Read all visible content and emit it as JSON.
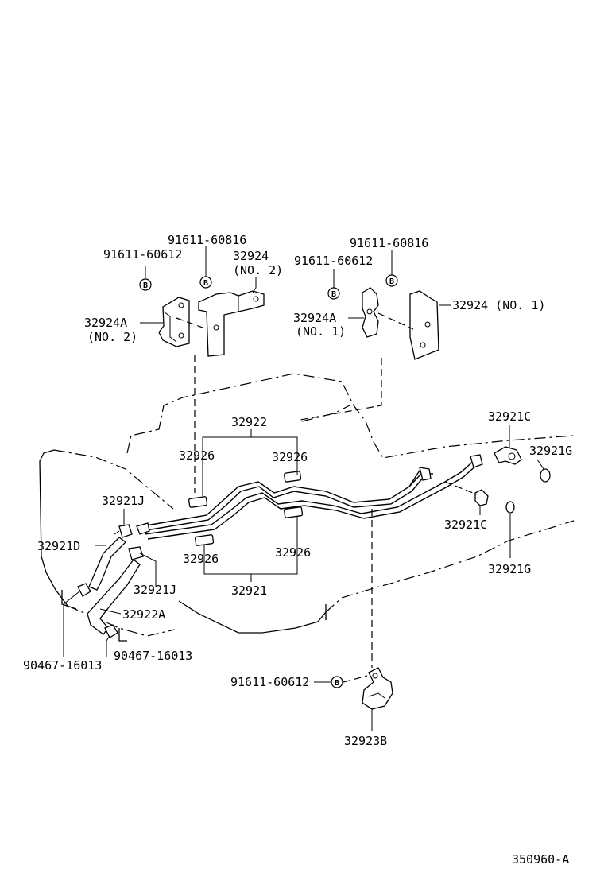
{
  "diagram": {
    "ref_code": "350960-A",
    "bolt_symbol": "B",
    "labels": {
      "bolt_91611_60612_left": "91611-60612",
      "bolt_91611_60816_left": "91611-60816",
      "bracket_32924_no2": "32924",
      "bracket_32924_no2_sub": "(NO. 2)",
      "bracket_32924a_no2": "32924A",
      "bracket_32924a_no2_sub": "(NO. 2)",
      "bolt_91611_60816_right": "91611-60816",
      "bolt_91611_60612_right": "91611-60612",
      "bracket_32924a_no1": "32924A",
      "bracket_32924a_no1_sub": "(NO. 1)",
      "bracket_32924_no1": "32924 (NO. 1)",
      "tube_set_32922": "32922",
      "grommet_upper_left": "32926",
      "grommet_upper_right": "32926",
      "grommet_lower_left": "32926",
      "grommet_lower_right": "32926",
      "tube_set_32921": "32921",
      "union_upper": "32921C",
      "gasket_upper": "32921G",
      "union_lower": "32921C",
      "gasket_lower": "32921G",
      "clip_upper": "32921J",
      "clip_lower": "32921J",
      "hose_32921d": "32921D",
      "hose_32922a": "32922A",
      "clamp_left": "90467-16013",
      "clamp_right": "90467-16013",
      "bolt_bottom": "91611-60612",
      "clamp_32923b": "32923B"
    }
  }
}
